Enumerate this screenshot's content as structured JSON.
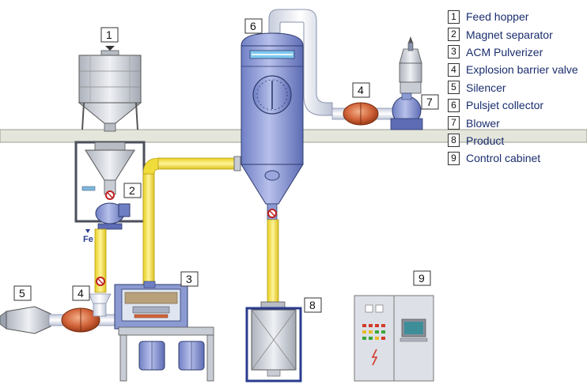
{
  "legend": [
    {
      "num": "1",
      "label": "Feed hopper"
    },
    {
      "num": "2",
      "label": "Magnet separator"
    },
    {
      "num": "3",
      "label": "ACM Pulverizer"
    },
    {
      "num": "4",
      "label": "Explosion barrier valve"
    },
    {
      "num": "5",
      "label": "Silencer"
    },
    {
      "num": "6",
      "label": "Pulsjet collector"
    },
    {
      "num": "7",
      "label": "Blower"
    },
    {
      "num": "8",
      "label": "Product"
    },
    {
      "num": "9",
      "label": "Control cabinet"
    }
  ],
  "tags": {
    "feed_hopper": "1",
    "magnet_separator": "2",
    "acm_pulverizer": "3",
    "barrier_valve_inlet": "4",
    "barrier_valve_outlet": "4",
    "silencer": "5",
    "pulsjet_collector": "6",
    "blower": "7",
    "product": "8",
    "control_cabinet": "9"
  },
  "fe_label": "Fe",
  "colors": {
    "pipe_yellow": "#f4e24a",
    "pipe_white": "#e8ecf4",
    "equipment_blue": "#8c9ad2",
    "valve_orange": "#d2643a",
    "steel_grey": "#c8ccd4",
    "floor": "#e4e6dc",
    "outline": "#2e3a6e"
  }
}
